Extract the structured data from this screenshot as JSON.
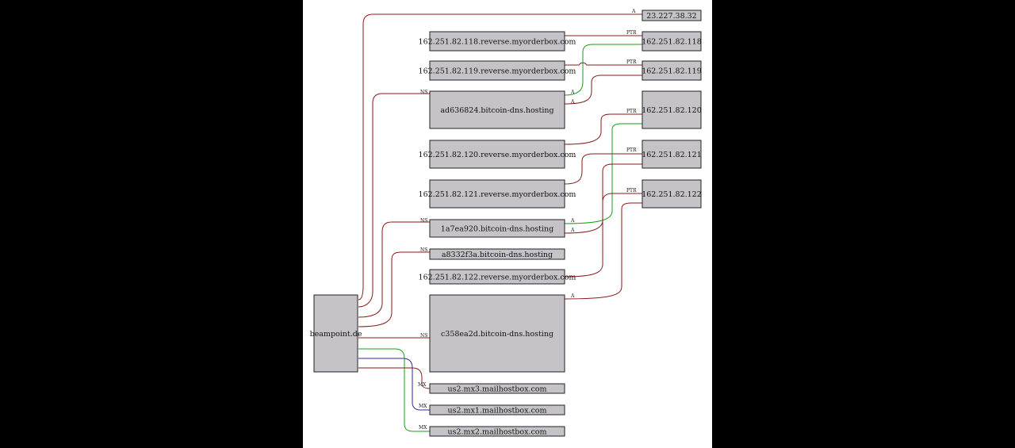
{
  "colors": {
    "background": "#000000",
    "canvas": "#ffffff",
    "node_fill": "#c5c3c7",
    "node_stroke": "#222222",
    "edge_red": "#8b1a1a",
    "edge_green": "#1a9a1a",
    "edge_blue": "#2a2aa0"
  },
  "nodes": [
    {
      "id": "n-23-227-38-32",
      "label": "23.227.38.32"
    },
    {
      "id": "n-162-251-82-118-rev",
      "label": "162.251.82.118.reverse.myorderbox.com"
    },
    {
      "id": "n-162-251-82-118",
      "label": "162.251.82.118"
    },
    {
      "id": "n-162-251-82-119-rev",
      "label": "162.251.82.119.reverse.myorderbox.com"
    },
    {
      "id": "n-162-251-82-119",
      "label": "162.251.82.119"
    },
    {
      "id": "n-ad636824",
      "label": "ad636824.bitcoin-dns.hosting"
    },
    {
      "id": "n-162-251-82-120",
      "label": "162.251.82.120"
    },
    {
      "id": "n-162-251-82-120-rev",
      "label": "162.251.82.120.reverse.myorderbox.com"
    },
    {
      "id": "n-162-251-82-121",
      "label": "162.251.82.121"
    },
    {
      "id": "n-162-251-82-121-rev",
      "label": "162.251.82.121.reverse.myorderbox.com"
    },
    {
      "id": "n-162-251-82-122",
      "label": "162.251.82.122"
    },
    {
      "id": "n-1a7ea920",
      "label": "1a7ea920.bitcoin-dns.hosting"
    },
    {
      "id": "n-a8332f3a",
      "label": "a8332f3a.bitcoin-dns.hosting"
    },
    {
      "id": "n-162-251-82-122-rev",
      "label": "162.251.82.122.reverse.myorderbox.com"
    },
    {
      "id": "n-beampoint",
      "label": "beampoint.de"
    },
    {
      "id": "n-c358ea2d",
      "label": "c358ea2d.bitcoin-dns.hosting"
    },
    {
      "id": "n-us2-mx3",
      "label": "us2.mx3.mailhostbox.com"
    },
    {
      "id": "n-us2-mx1",
      "label": "us2.mx1.mailhostbox.com"
    },
    {
      "id": "n-us2-mx2",
      "label": "us2.mx2.mailhostbox.com"
    }
  ],
  "edges": [
    {
      "id": "e-beampoint-a-23",
      "from": "beampoint.de",
      "to": "23.227.38.32",
      "label": "A",
      "color": "red"
    },
    {
      "id": "e-beampoint-ns-ad636824",
      "from": "beampoint.de",
      "to": "ad636824.bitcoin-dns.hosting",
      "label": "NS",
      "color": "red"
    },
    {
      "id": "e-beampoint-ns-1a7ea920",
      "from": "beampoint.de",
      "to": "1a7ea920.bitcoin-dns.hosting",
      "label": "NS",
      "color": "red"
    },
    {
      "id": "e-beampoint-ns-a8332f3a",
      "from": "beampoint.de",
      "to": "a8332f3a.bitcoin-dns.hosting",
      "label": "NS",
      "color": "red"
    },
    {
      "id": "e-beampoint-ns-c358ea2d",
      "from": "beampoint.de",
      "to": "c358ea2d.bitcoin-dns.hosting",
      "label": "NS",
      "color": "red"
    },
    {
      "id": "e-beampoint-mx-mx2",
      "from": "beampoint.de",
      "to": "us2.mx2.mailhostbox.com",
      "label": "MX",
      "color": "green"
    },
    {
      "id": "e-beampoint-mx-mx1",
      "from": "beampoint.de",
      "to": "us2.mx1.mailhostbox.com",
      "label": "MX",
      "color": "blue"
    },
    {
      "id": "e-beampoint-mx-mx3",
      "from": "beampoint.de",
      "to": "us2.mx3.mailhostbox.com",
      "label": "MX",
      "color": "red"
    },
    {
      "id": "e-118rev-ptr-118",
      "from": "162.251.82.118.reverse.myorderbox.com",
      "to": "162.251.82.118",
      "label": "PTR",
      "color": "red"
    },
    {
      "id": "e-119rev-ptr-119",
      "from": "162.251.82.119.reverse.myorderbox.com",
      "to": "162.251.82.119",
      "label": "PTR",
      "color": "red"
    },
    {
      "id": "e-ad636824-a-118",
      "from": "ad636824.bitcoin-dns.hosting",
      "to": "162.251.82.118",
      "label": "A",
      "color": "green"
    },
    {
      "id": "e-ad636824-a-119",
      "from": "ad636824.bitcoin-dns.hosting",
      "to": "162.251.82.119",
      "label": "A",
      "color": "red"
    },
    {
      "id": "e-120rev-ptr-120",
      "from": "162.251.82.120.reverse.myorderbox.com",
      "to": "162.251.82.120",
      "label": "PTR",
      "color": "red"
    },
    {
      "id": "e-121rev-ptr-121",
      "from": "162.251.82.121.reverse.myorderbox.com",
      "to": "162.251.82.121",
      "label": "PTR",
      "color": "red"
    },
    {
      "id": "e-1a7ea920-a-120",
      "from": "1a7ea920.bitcoin-dns.hosting",
      "to": "162.251.82.120",
      "label": "A",
      "color": "green"
    },
    {
      "id": "e-1a7ea920-a-121",
      "from": "1a7ea920.bitcoin-dns.hosting",
      "to": "162.251.82.121",
      "label": "A",
      "color": "red"
    },
    {
      "id": "e-122rev-ptr-122",
      "from": "162.251.82.122.reverse.myorderbox.com",
      "to": "162.251.82.122",
      "label": "PTR",
      "color": "red"
    },
    {
      "id": "e-c358ea2d-a-122",
      "from": "c358ea2d.bitcoin-dns.hosting",
      "to": "162.251.82.122",
      "label": "A",
      "color": "red"
    }
  ]
}
